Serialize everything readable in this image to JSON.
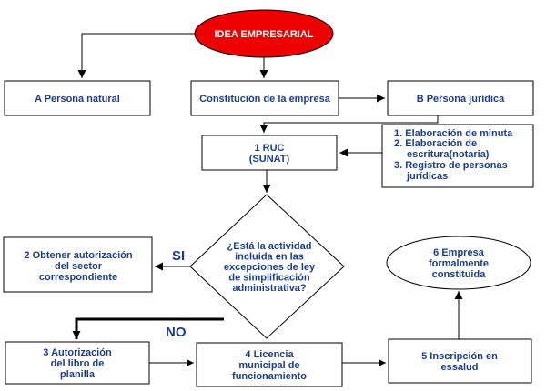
{
  "nodes": {
    "idea": {
      "lines": [
        "IDEA EMPRESARIAL"
      ]
    },
    "persona_natural": {
      "lines": [
        "A Persona natural"
      ]
    },
    "constitucion": {
      "lines": [
        "Constitución de la empresa"
      ]
    },
    "persona_juridica": {
      "lines": [
        "B Persona jurídica"
      ]
    },
    "ruc": {
      "lines": [
        "1 RUC",
        "(SUNAT)"
      ]
    },
    "steps": {
      "lines": [
        "1. Elaboración de minuta",
        "2. Elaboración de",
        "escritura(notaria)",
        "3. Registro de personas",
        "jurídicas"
      ]
    },
    "decision": {
      "lines": [
        "¿Está la actividad",
        "incluida en las",
        "excepciones de ley",
        "de simplificación",
        "administrativa?"
      ]
    },
    "autorizacion_sector": {
      "lines": [
        "2 Obtener autorización",
        "del sector",
        "correspondiente"
      ]
    },
    "empresa_constituida": {
      "lines": [
        "6 Empresa",
        "formalmente",
        "constituida"
      ]
    },
    "libro_planilla": {
      "lines": [
        "3 Autorización",
        "del libro de",
        "planilla"
      ]
    },
    "licencia": {
      "lines": [
        "4 Licencia",
        "municipal de",
        "funcionamiento"
      ]
    },
    "essalud": {
      "lines": [
        "5 Inscripción en",
        "essalud"
      ]
    }
  },
  "edge_labels": {
    "si": "SI",
    "no": "NO"
  },
  "colors": {
    "text": "#1a3d8f",
    "oval_fill": "#ee0000",
    "stroke": "#000000"
  }
}
